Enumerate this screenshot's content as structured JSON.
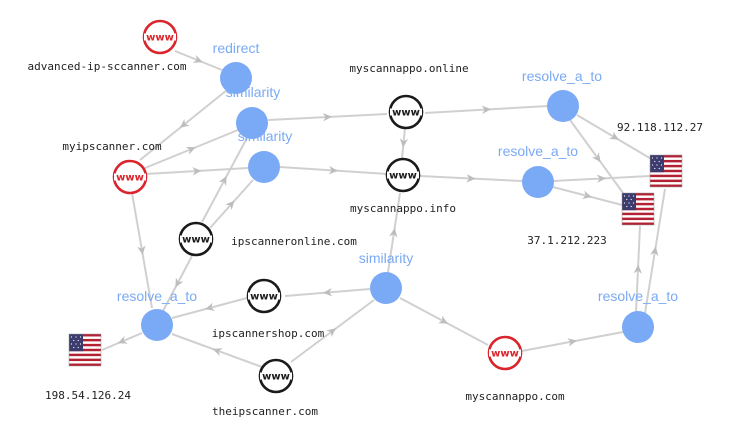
{
  "domains": {
    "advanced_ip_sccanner_com": {
      "label": "advanced-ip-sccanner.com",
      "icon": "www-globe-red-icon"
    },
    "myipscanner_com": {
      "label": "myipscanner.com",
      "icon": "www-globe-red-icon"
    },
    "myscannappo_online": {
      "label": "myscannappo.online",
      "icon": "www-globe-black-icon"
    },
    "myscannappo_info": {
      "label": "myscannappo.info",
      "icon": "www-globe-black-icon"
    },
    "ipscanneronline_com": {
      "label": "ipscanneronline.com",
      "icon": "www-globe-black-icon"
    },
    "ipscannershop_com": {
      "label": "ipscannershop.com",
      "icon": "www-globe-black-icon"
    },
    "theipscanner_com": {
      "label": "theipscanner.com",
      "icon": "www-globe-black-icon"
    },
    "myscannappo_com": {
      "label": "myscannappo.com",
      "icon": "www-globe-red-icon"
    }
  },
  "ips": {
    "ip_92_118_112_27": {
      "label": "92.118.112.27",
      "icon": "us-flag-icon"
    },
    "ip_37_1_212_223": {
      "label": "37.1.212.223",
      "icon": "us-flag-icon"
    },
    "ip_198_54_126_24": {
      "label": "198.54.126.24",
      "icon": "us-flag-icon"
    }
  },
  "relations": {
    "redirect": "redirect",
    "similarity_1": "similarity",
    "similarity_2": "similarity",
    "similarity_3": "similarity",
    "resolve_1": "resolve_a_to",
    "resolve_2": "resolve_a_to",
    "resolve_3": "resolve_a_to",
    "resolve_4": "resolve_a_to"
  },
  "colors": {
    "relation_node": "#7aaaf5",
    "edge": "#d0d0d0",
    "arrowhead": "#bdbdbd",
    "malicious_domain": "#d9242b",
    "domain": "#1a1a1a"
  }
}
